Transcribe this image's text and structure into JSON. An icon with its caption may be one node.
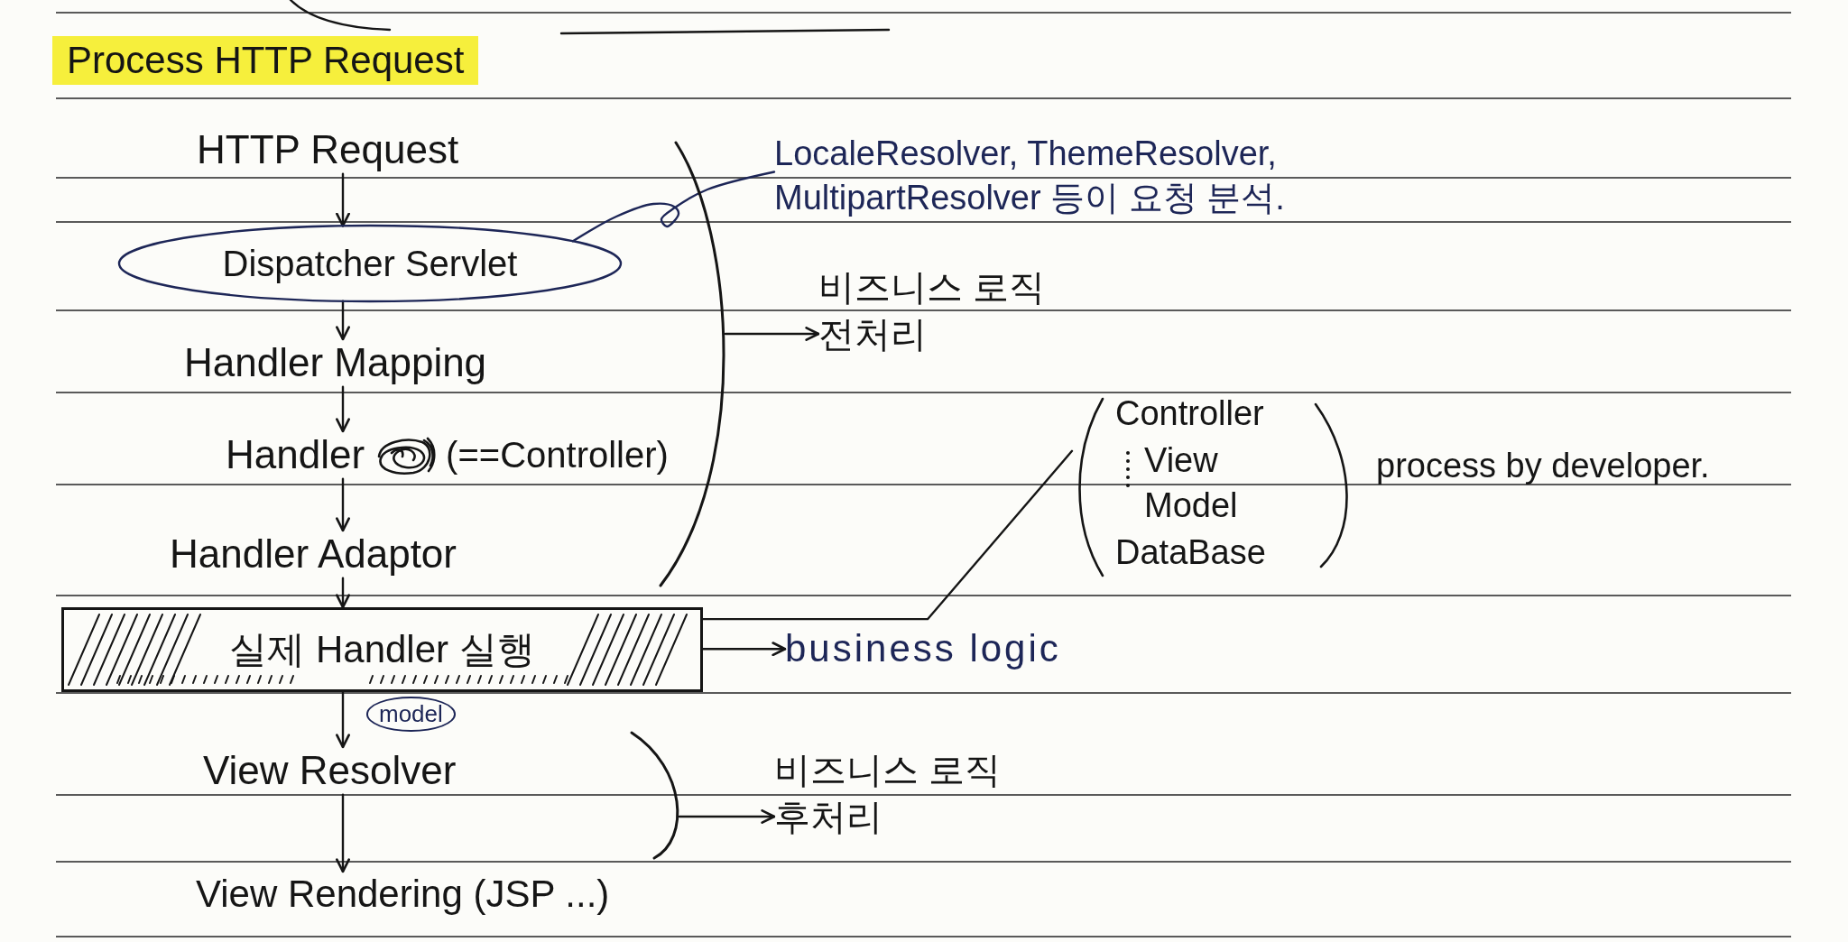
{
  "diagram": {
    "title": "Process HTTP Request",
    "nodes": [
      {
        "text": [
          "HTTP Request"
        ]
      },
      {
        "text": [
          "Dispatcher Servlet"
        ]
      },
      {
        "text": [
          "Handler Mapping"
        ]
      },
      {
        "text": [
          "Handler",
          "(==Controller)"
        ]
      },
      {
        "text": [
          "Handler Adaptor"
        ]
      },
      {
        "text": [
          "실제 Handler 실행"
        ]
      },
      {
        "text": [
          "View Resolver"
        ]
      },
      {
        "text": [
          "View Rendering (JSP ...)"
        ]
      },
      {
        "text": [
          "LocaleResolver, ThemeResolver, MultipartResolver 등이 요청 분석."
        ]
      },
      {
        "text": [
          "비즈니스 로직 전처리"
        ]
      },
      {
        "text": [
          "business logic"
        ]
      },
      {
        "text": [
          "Controller",
          "View",
          "Model",
          "DataBase"
        ],
        "beside": [
          "process by developer."
        ]
      },
      {
        "text": [
          "비즈니스 로직 후처리"
        ]
      },
      {
        "text": [],
        "shape": "bracket"
      },
      {
        "text": [],
        "shape": "bracket"
      }
    ],
    "edges": [
      {
        "from": 0,
        "to": 1,
        "arrow": "to"
      },
      {
        "from": 1,
        "to": 2,
        "arrow": "to"
      },
      {
        "from": 2,
        "to": 3,
        "arrow": "to"
      },
      {
        "from": 3,
        "to": 4,
        "arrow": "to"
      },
      {
        "from": 4,
        "to": 5,
        "arrow": "to"
      },
      {
        "from": 5,
        "to": 6,
        "arrow": "to",
        "label": "model"
      },
      {
        "from": 6,
        "to": 7,
        "arrow": "to"
      },
      {
        "from": 1,
        "to": 8,
        "arrow": "none",
        "color": "#1d2657"
      },
      {
        "from": 13,
        "to": 9,
        "arrow": "to"
      },
      {
        "from": 5,
        "to": 10,
        "arrow": "to"
      },
      {
        "from": 5,
        "to": 11,
        "arrow": "none"
      },
      {
        "from": 14,
        "to": 12,
        "arrow": "to"
      }
    ]
  }
}
